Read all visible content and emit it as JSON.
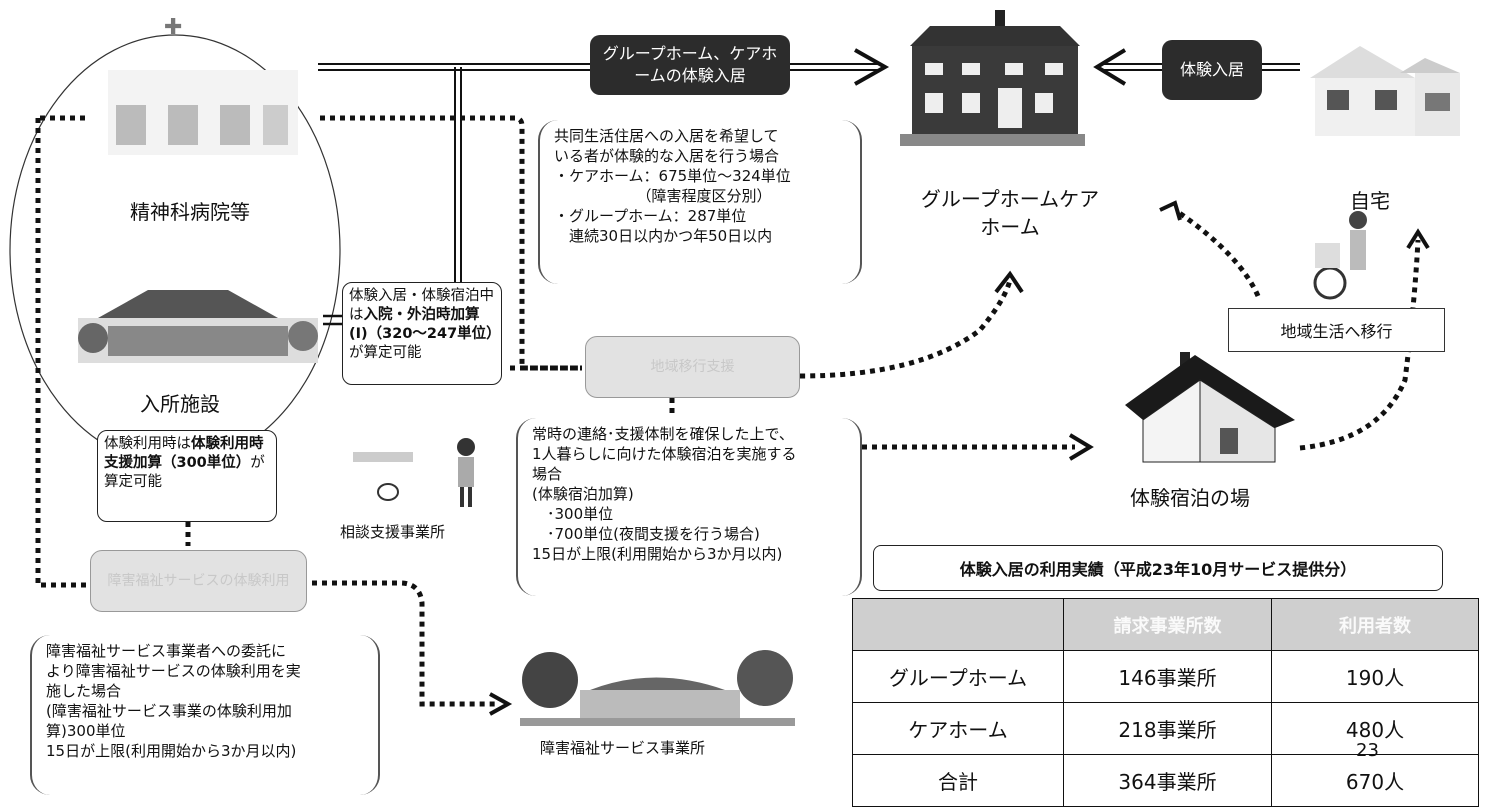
{
  "places": {
    "hospital": "精神科病院等",
    "facility": "入所施設",
    "consult": "相談支援事業所",
    "group_home": "グループホームケアホーム",
    "home": "自宅",
    "trial_place": "体験宿泊の場",
    "welfare_office": "障害福祉サービス事業所"
  },
  "arrows": {
    "gh_trial": "グループホーム、ケアホームの体験入居",
    "home_trial": "体験入居",
    "transition": "地域生活へ移行"
  },
  "notes": {
    "gh_case": [
      "共同生活住居への入居を希望して",
      "いる者が体験的な入居を行う場合",
      "・ケアホーム：675単位～324単位",
      "　　　　　　（障害程度区分別）",
      "・グループホーム：287単位",
      "　連続30日以内かつ年50日以内"
    ],
    "addition_1": {
      "pre": "体験入居・体験宿泊中は",
      "bold": "入院・外泊時加算(Ⅰ)（320～247単位）",
      "post": "が算定可能"
    },
    "addition_2": {
      "pre": "体験利用時は",
      "bold": "体験利用時支援加算（300単位）",
      "post": "が算定可能"
    },
    "trial_stay": [
      "常時の連絡･支援体制を確保した上で、",
      "1人暮らしに向けた体験宿泊を実施する",
      "場合",
      "(体験宿泊加算)",
      "　･300単位",
      "　･700単位(夜間支援を行う場合)",
      "15日が上限(利用開始から3か月以内)"
    ],
    "welfare_case": [
      "障害福祉サービス事業者への委託に",
      "より障害福祉サービスの体験利用を実",
      "施した場合",
      "(障害福祉サービス事業の体験利用加",
      "算)300単位",
      "15日が上限(利用開始から3か月以内)"
    ]
  },
  "faded_boxes": {
    "center": "地域移行支援",
    "left": "障害福祉サービスの体験利用"
  },
  "table": {
    "title": "体験入居の利用実績（平成23年10月サービス提供分）",
    "headers": [
      "",
      "請求事業所数",
      "利用者数"
    ],
    "rows": [
      [
        "グループホーム",
        "146事業所",
        "190人"
      ],
      [
        "ケアホーム",
        "218事業所",
        "480人"
      ],
      [
        "合計",
        "364事業所",
        "670人"
      ]
    ]
  },
  "page_number": "23"
}
